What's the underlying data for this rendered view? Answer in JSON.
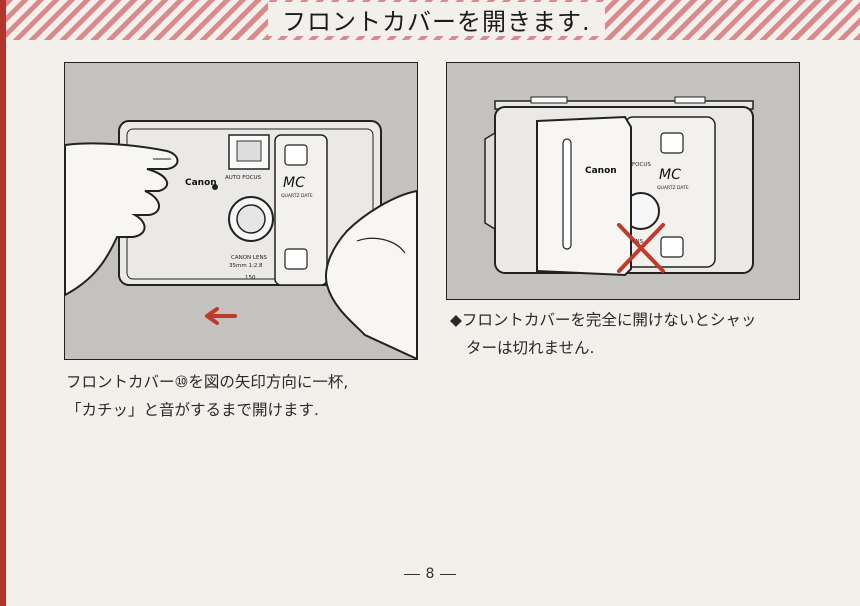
{
  "page": {
    "title": "フロントカバーを開きます.",
    "page_number": "8"
  },
  "figure1": {
    "brand": "Canon",
    "logo": "MC",
    "sub_logo": "QUARTZ DATE",
    "af_label": "AUTO FOCUS",
    "lens_label": "CANON LENS",
    "lens_spec": "35mm 1:2.8",
    "number": "150"
  },
  "figure2": {
    "brand": "Canon",
    "logo": "MC",
    "sub_logo": "QUARTZ DATE",
    "af_label": "FOCUS",
    "lens_label": "LENS"
  },
  "caption1": {
    "line1": "フロントカバー⑩を図の矢印方向に一杯,",
    "line2": "「カチッ」と音がするまで開けます."
  },
  "caption2": {
    "line1": "◆フロントカバーを完全に開けないとシャッ",
    "line2": "ターは切れません."
  },
  "colors": {
    "stripe": "#d98a8a",
    "binding": "#b1352c",
    "arrow": "#c0392b",
    "cross": "#c0392b"
  }
}
